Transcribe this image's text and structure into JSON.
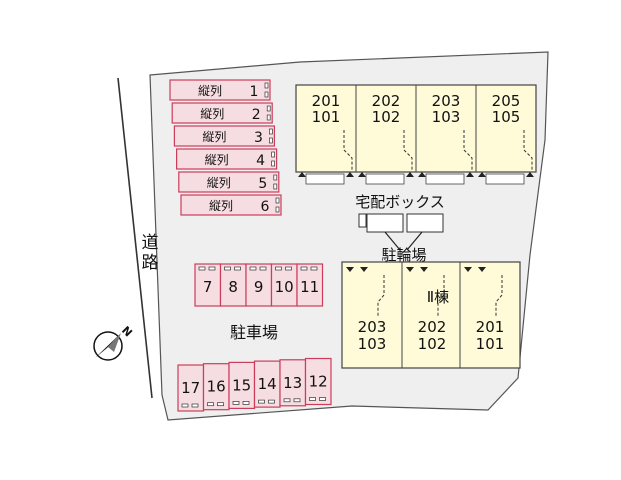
{
  "road_label": "道路",
  "colors": {
    "lot": "#efefef",
    "building": "#fffbd8",
    "parking_fill": "#f6dde2",
    "parking_stroke": "#cc3d5c",
    "outline": "#444444"
  },
  "parking_vertical": [
    {
      "text": "縦列",
      "number": "1"
    },
    {
      "text": "縦列",
      "number": "2"
    },
    {
      "text": "縦列",
      "number": "3"
    },
    {
      "text": "縦列",
      "number": "4"
    },
    {
      "text": "縦列",
      "number": "5"
    },
    {
      "text": "縦列",
      "number": "6"
    }
  ],
  "parking_middle": [
    "7",
    "8",
    "9",
    "10",
    "11"
  ],
  "parking_bottom": [
    "17",
    "16",
    "15",
    "14",
    "13",
    "12"
  ],
  "parking_label": "駐車場",
  "delivery_box_label": "宅配ボックス",
  "bicycle_parking_label": "駐輪場",
  "building1_units": [
    {
      "upper": "201",
      "lower": "101"
    },
    {
      "upper": "202",
      "lower": "102"
    },
    {
      "upper": "203",
      "lower": "103"
    },
    {
      "upper": "205",
      "lower": "105"
    }
  ],
  "building2_label": "Ⅱ棟",
  "building2_units": [
    {
      "upper": "203",
      "lower": "103"
    },
    {
      "upper": "202",
      "lower": "102"
    },
    {
      "upper": "201",
      "lower": "101"
    }
  ],
  "compass_letter": "N"
}
